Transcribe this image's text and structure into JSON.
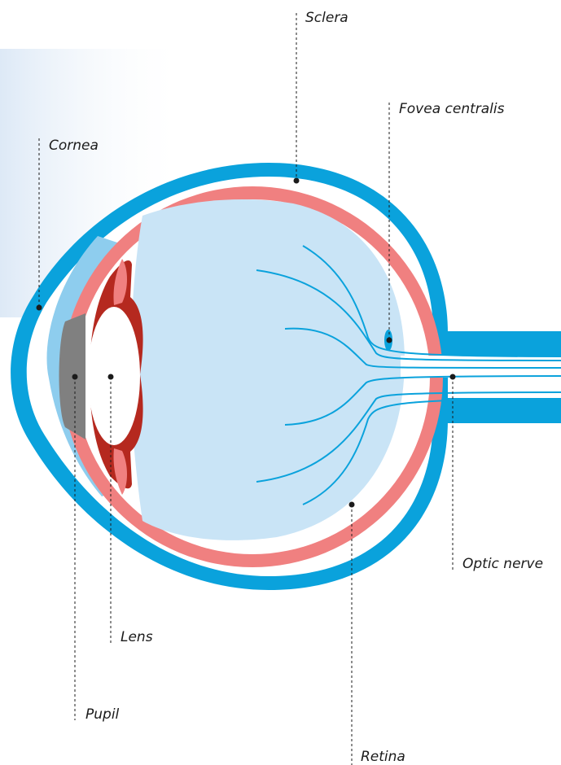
{
  "labels": {
    "sclera": "Sclera",
    "fovea": "Fovea centralis",
    "cornea": "Cornea",
    "optic_nerve": "Optic nerve",
    "lens": "Lens",
    "pupil": "Pupil",
    "retina": "Retina"
  },
  "colors": {
    "sclera": "#0aa2dc",
    "choroid": "#f08080",
    "vitreous": "#c9e4f6",
    "cornea_fill": "#8ecdee",
    "iris": "#b5291f",
    "pupil": "#808080",
    "leader": "#1b1b1b"
  }
}
